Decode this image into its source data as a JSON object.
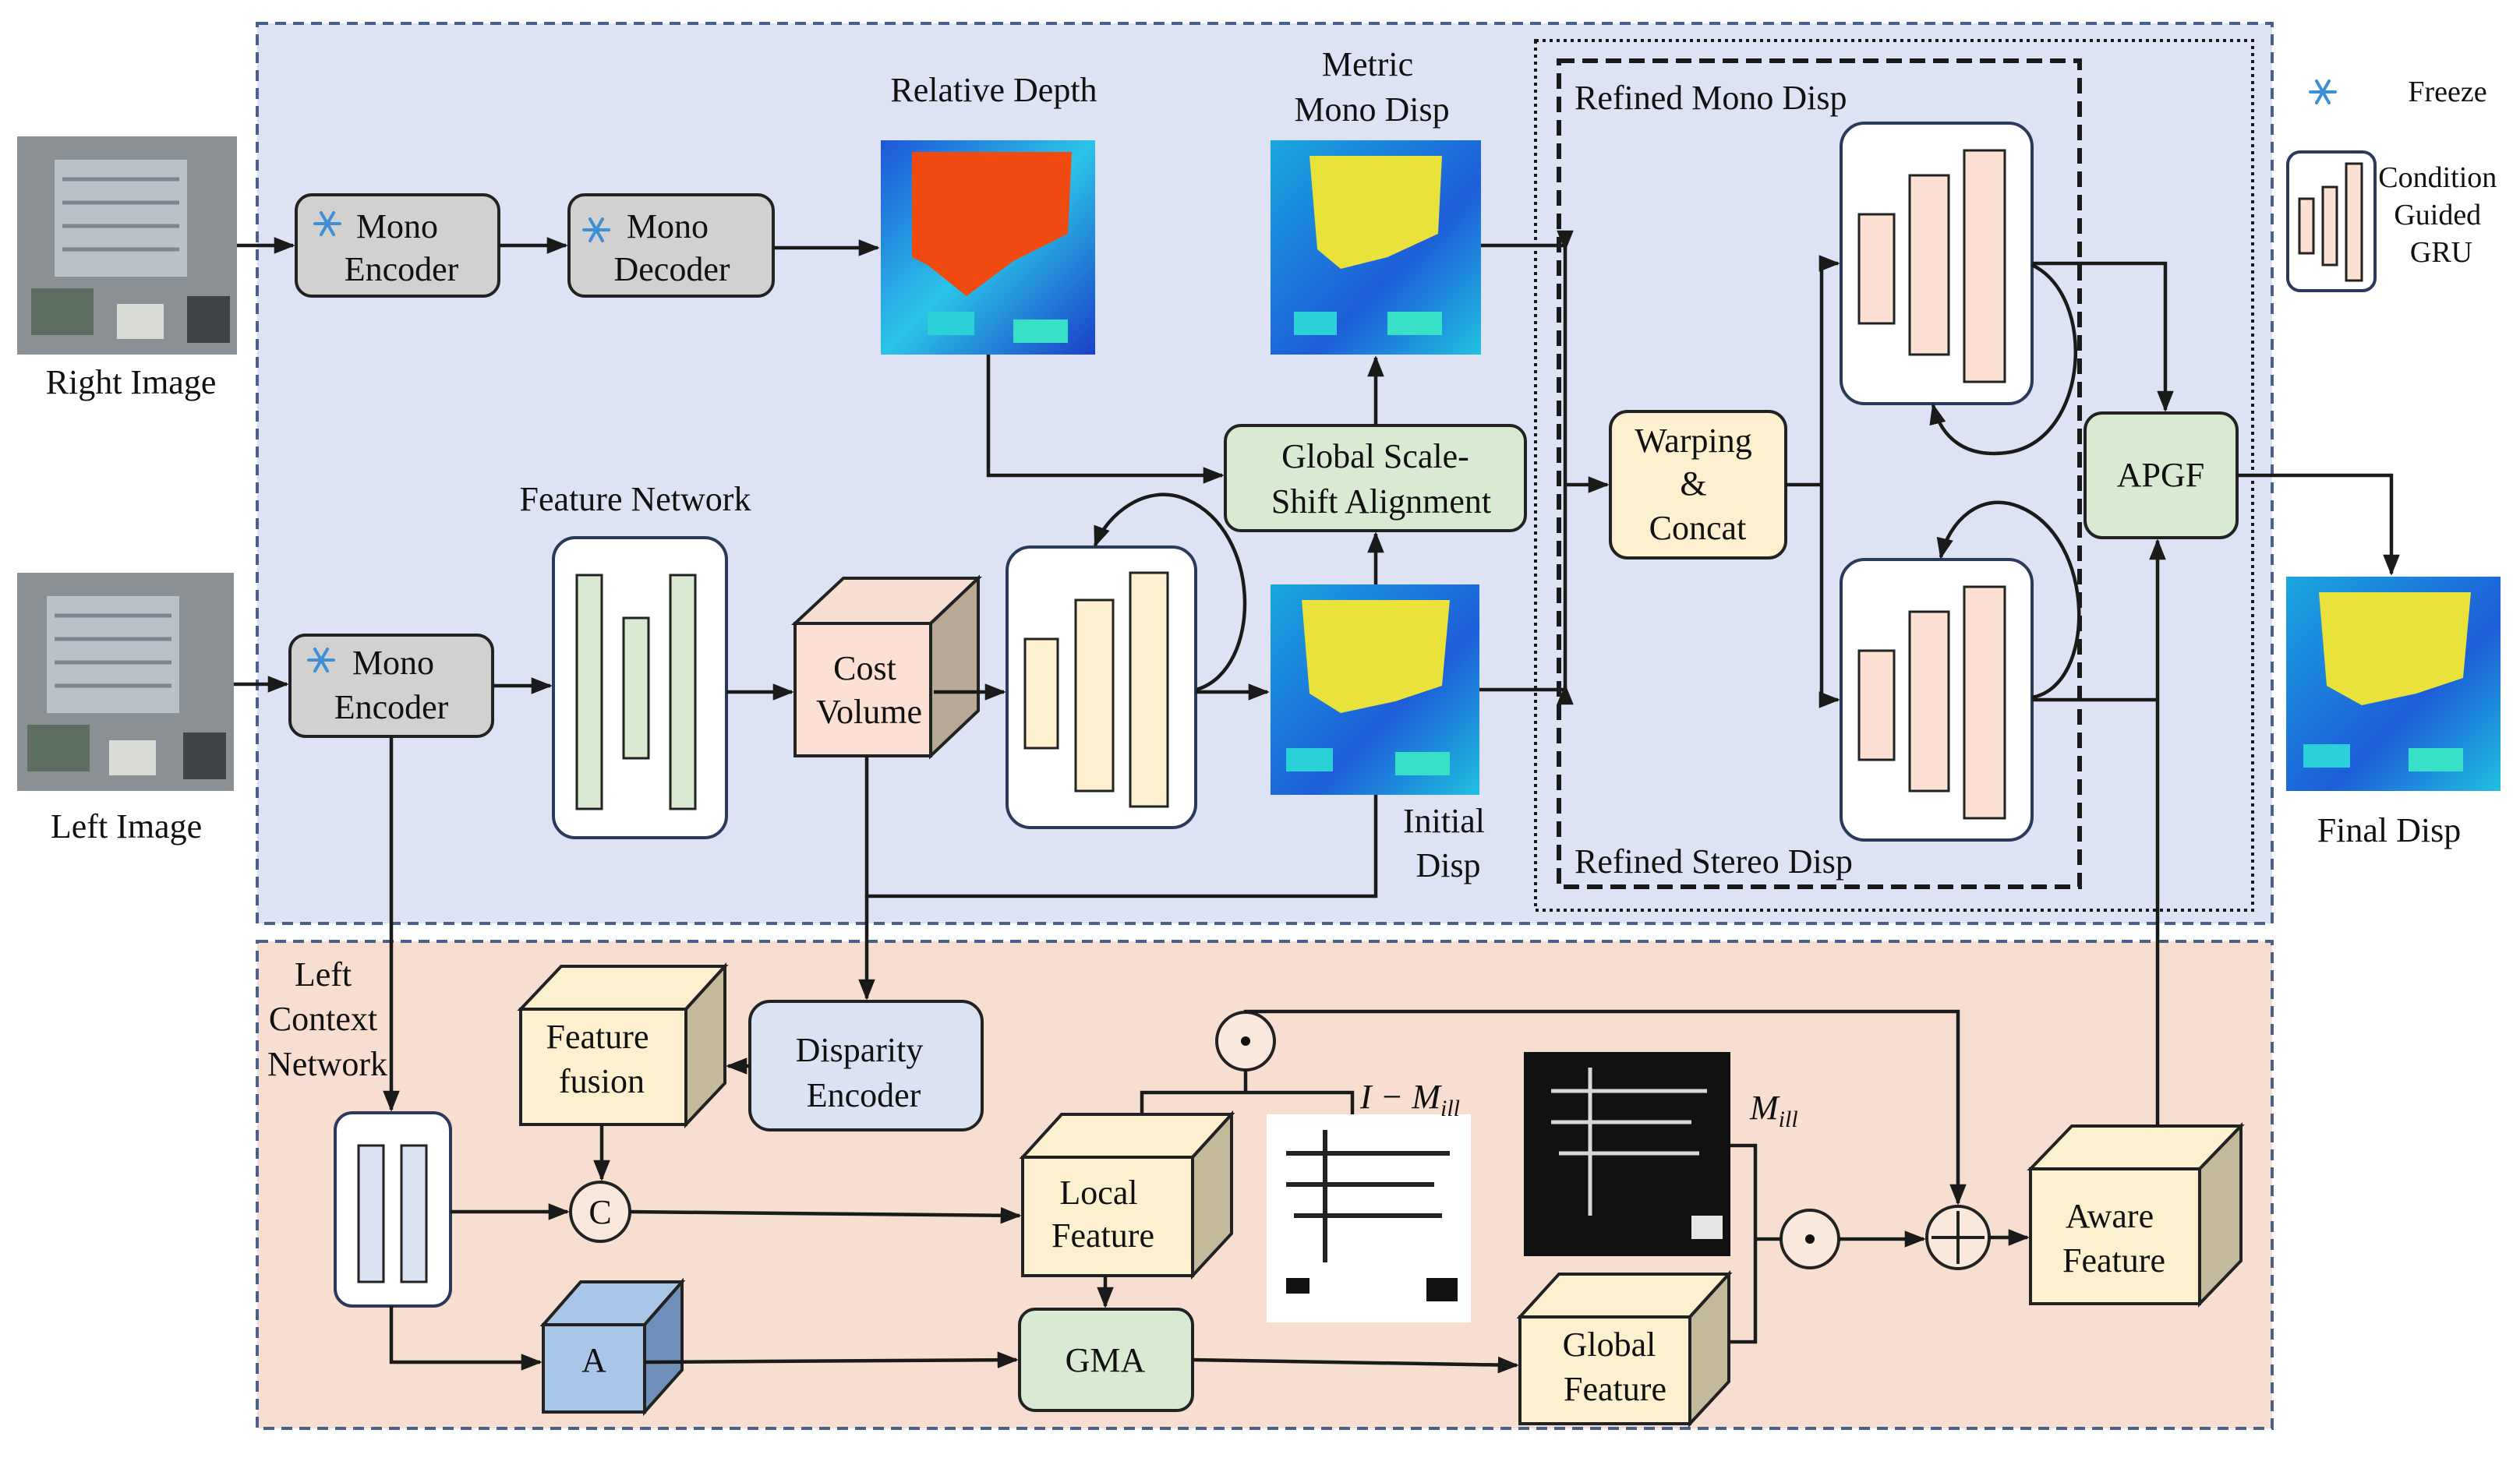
{
  "inputs": {
    "right_image": "Right Image",
    "left_image": "Left Image",
    "final_disp": "Final Disp"
  },
  "legend": {
    "freeze": "Freeze",
    "gru": [
      "Condition",
      "Guided",
      "GRU"
    ]
  },
  "top": {
    "mono_encoder_right": [
      "Mono",
      "Encoder"
    ],
    "mono_decoder": [
      "Mono",
      "Decoder"
    ],
    "relative_depth": "Relative Depth",
    "metric_mono_disp": [
      "Metric",
      "Mono Disp"
    ],
    "global_alignment": [
      "Global Scale-",
      "Shift Alignment"
    ],
    "feature_network": "Feature Network",
    "mono_encoder_left": [
      "Mono",
      "Encoder"
    ],
    "cost_volume": [
      "Cost",
      "Volume"
    ],
    "initial_disp": [
      "Initial",
      "Disp"
    ],
    "refined_mono_disp": "Refined Mono Disp",
    "refined_stereo_disp": "Refined Stereo Disp",
    "warping": [
      "Warping",
      "&",
      "Concat"
    ],
    "apgf": "APGF"
  },
  "bottom": {
    "left_context_network": [
      "Left",
      "Context",
      "Network"
    ],
    "feature_fusion": [
      "Feature",
      "fusion"
    ],
    "disparity_encoder": [
      "Disparity",
      "Encoder"
    ],
    "concat_symbol": "C",
    "attention_symbol": "A",
    "local_feature": [
      "Local",
      "Feature"
    ],
    "gma": "GMA",
    "global_feature": [
      "Global",
      "Feature"
    ],
    "aware_feature": [
      "Aware",
      "Feature"
    ],
    "i_minus_m": "I − M",
    "m_ill": "M",
    "ill_subscript": "ill"
  }
}
